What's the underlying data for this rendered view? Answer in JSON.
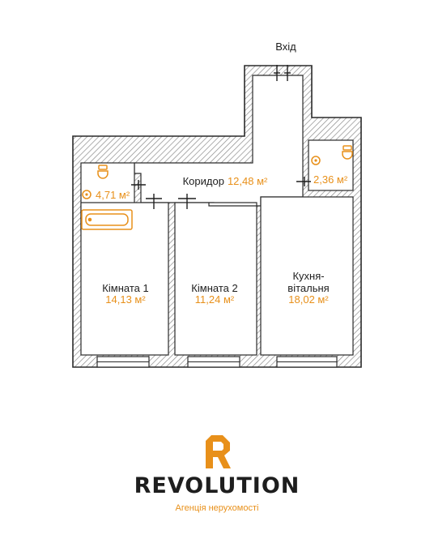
{
  "plan": {
    "entrance_label": "Вхід",
    "corridor": {
      "name": "Коридор",
      "area": "12,48 м²"
    },
    "bathroom": {
      "area": "4,71 м²"
    },
    "toilet": {
      "area": "2,36 м²"
    },
    "room1": {
      "name": "Кімната 1",
      "area": "14,13 м²"
    },
    "room2": {
      "name": "Кімната 2",
      "area": "11,24 м²"
    },
    "kitchen": {
      "name_line1": "Кухня-",
      "name_line2": "вітальня",
      "area": "18,02 м²"
    }
  },
  "brand": {
    "name": "REVOLUTION",
    "tagline": "Агенція нерухомості",
    "accent_color": "#e8901a",
    "logo_icon": "r-logo-icon"
  }
}
